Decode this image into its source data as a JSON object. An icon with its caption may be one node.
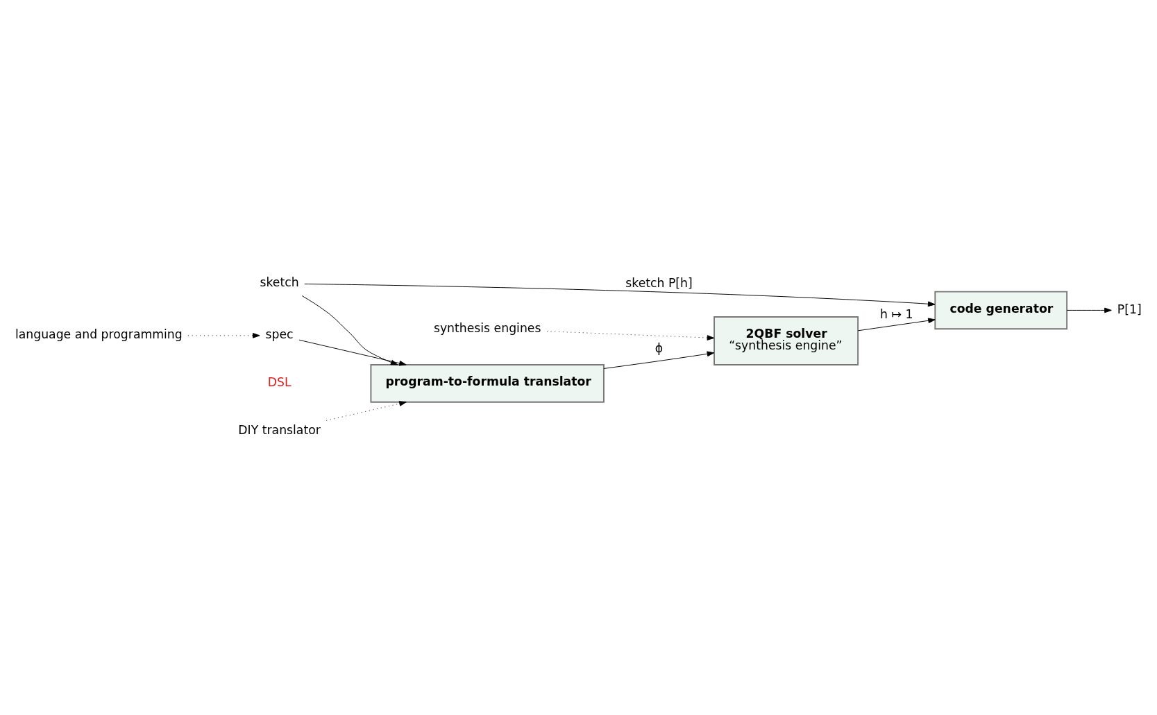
{
  "diagram": {
    "nodes": [
      {
        "text": [
          "language and programming"
        ]
      },
      {
        "text": [
          "DIY translator"
        ]
      },
      {
        "text": [
          "synthesis engines"
        ]
      },
      {
        "text": [
          "spec"
        ]
      },
      {
        "text": [
          "sketch"
        ]
      },
      {
        "text": [
          "program-to-formula translator"
        ]
      },
      {
        "text": [
          "2QBF solver",
          "“synthesis engine”"
        ]
      },
      {
        "text": [
          "code generator"
        ]
      },
      {
        "text": [
          "P[1]"
        ]
      }
    ],
    "edges": [
      {
        "from": 0,
        "to": 3,
        "arrow": "to",
        "style": "dashed"
      },
      {
        "from": 1,
        "to": 5,
        "arrow": "to",
        "style": "dashed"
      },
      {
        "from": 2,
        "to": 6,
        "arrow": "to",
        "style": "dashed"
      },
      {
        "from": 3,
        "to": 5,
        "arrow": "to"
      },
      {
        "from": 4,
        "to": 5,
        "arrow": "to"
      },
      {
        "from": 5,
        "to": 6,
        "arrow": "to",
        "label": "ϕ"
      },
      {
        "from": 6,
        "to": 7,
        "arrow": "to",
        "label": "h ↦ 1"
      },
      {
        "from": 4,
        "to": 7,
        "arrow": "to",
        "label": "sketch P[h]"
      },
      {
        "from": 7,
        "to": 8,
        "arrow": "to"
      }
    ],
    "labels": [
      "DSL"
    ]
  }
}
